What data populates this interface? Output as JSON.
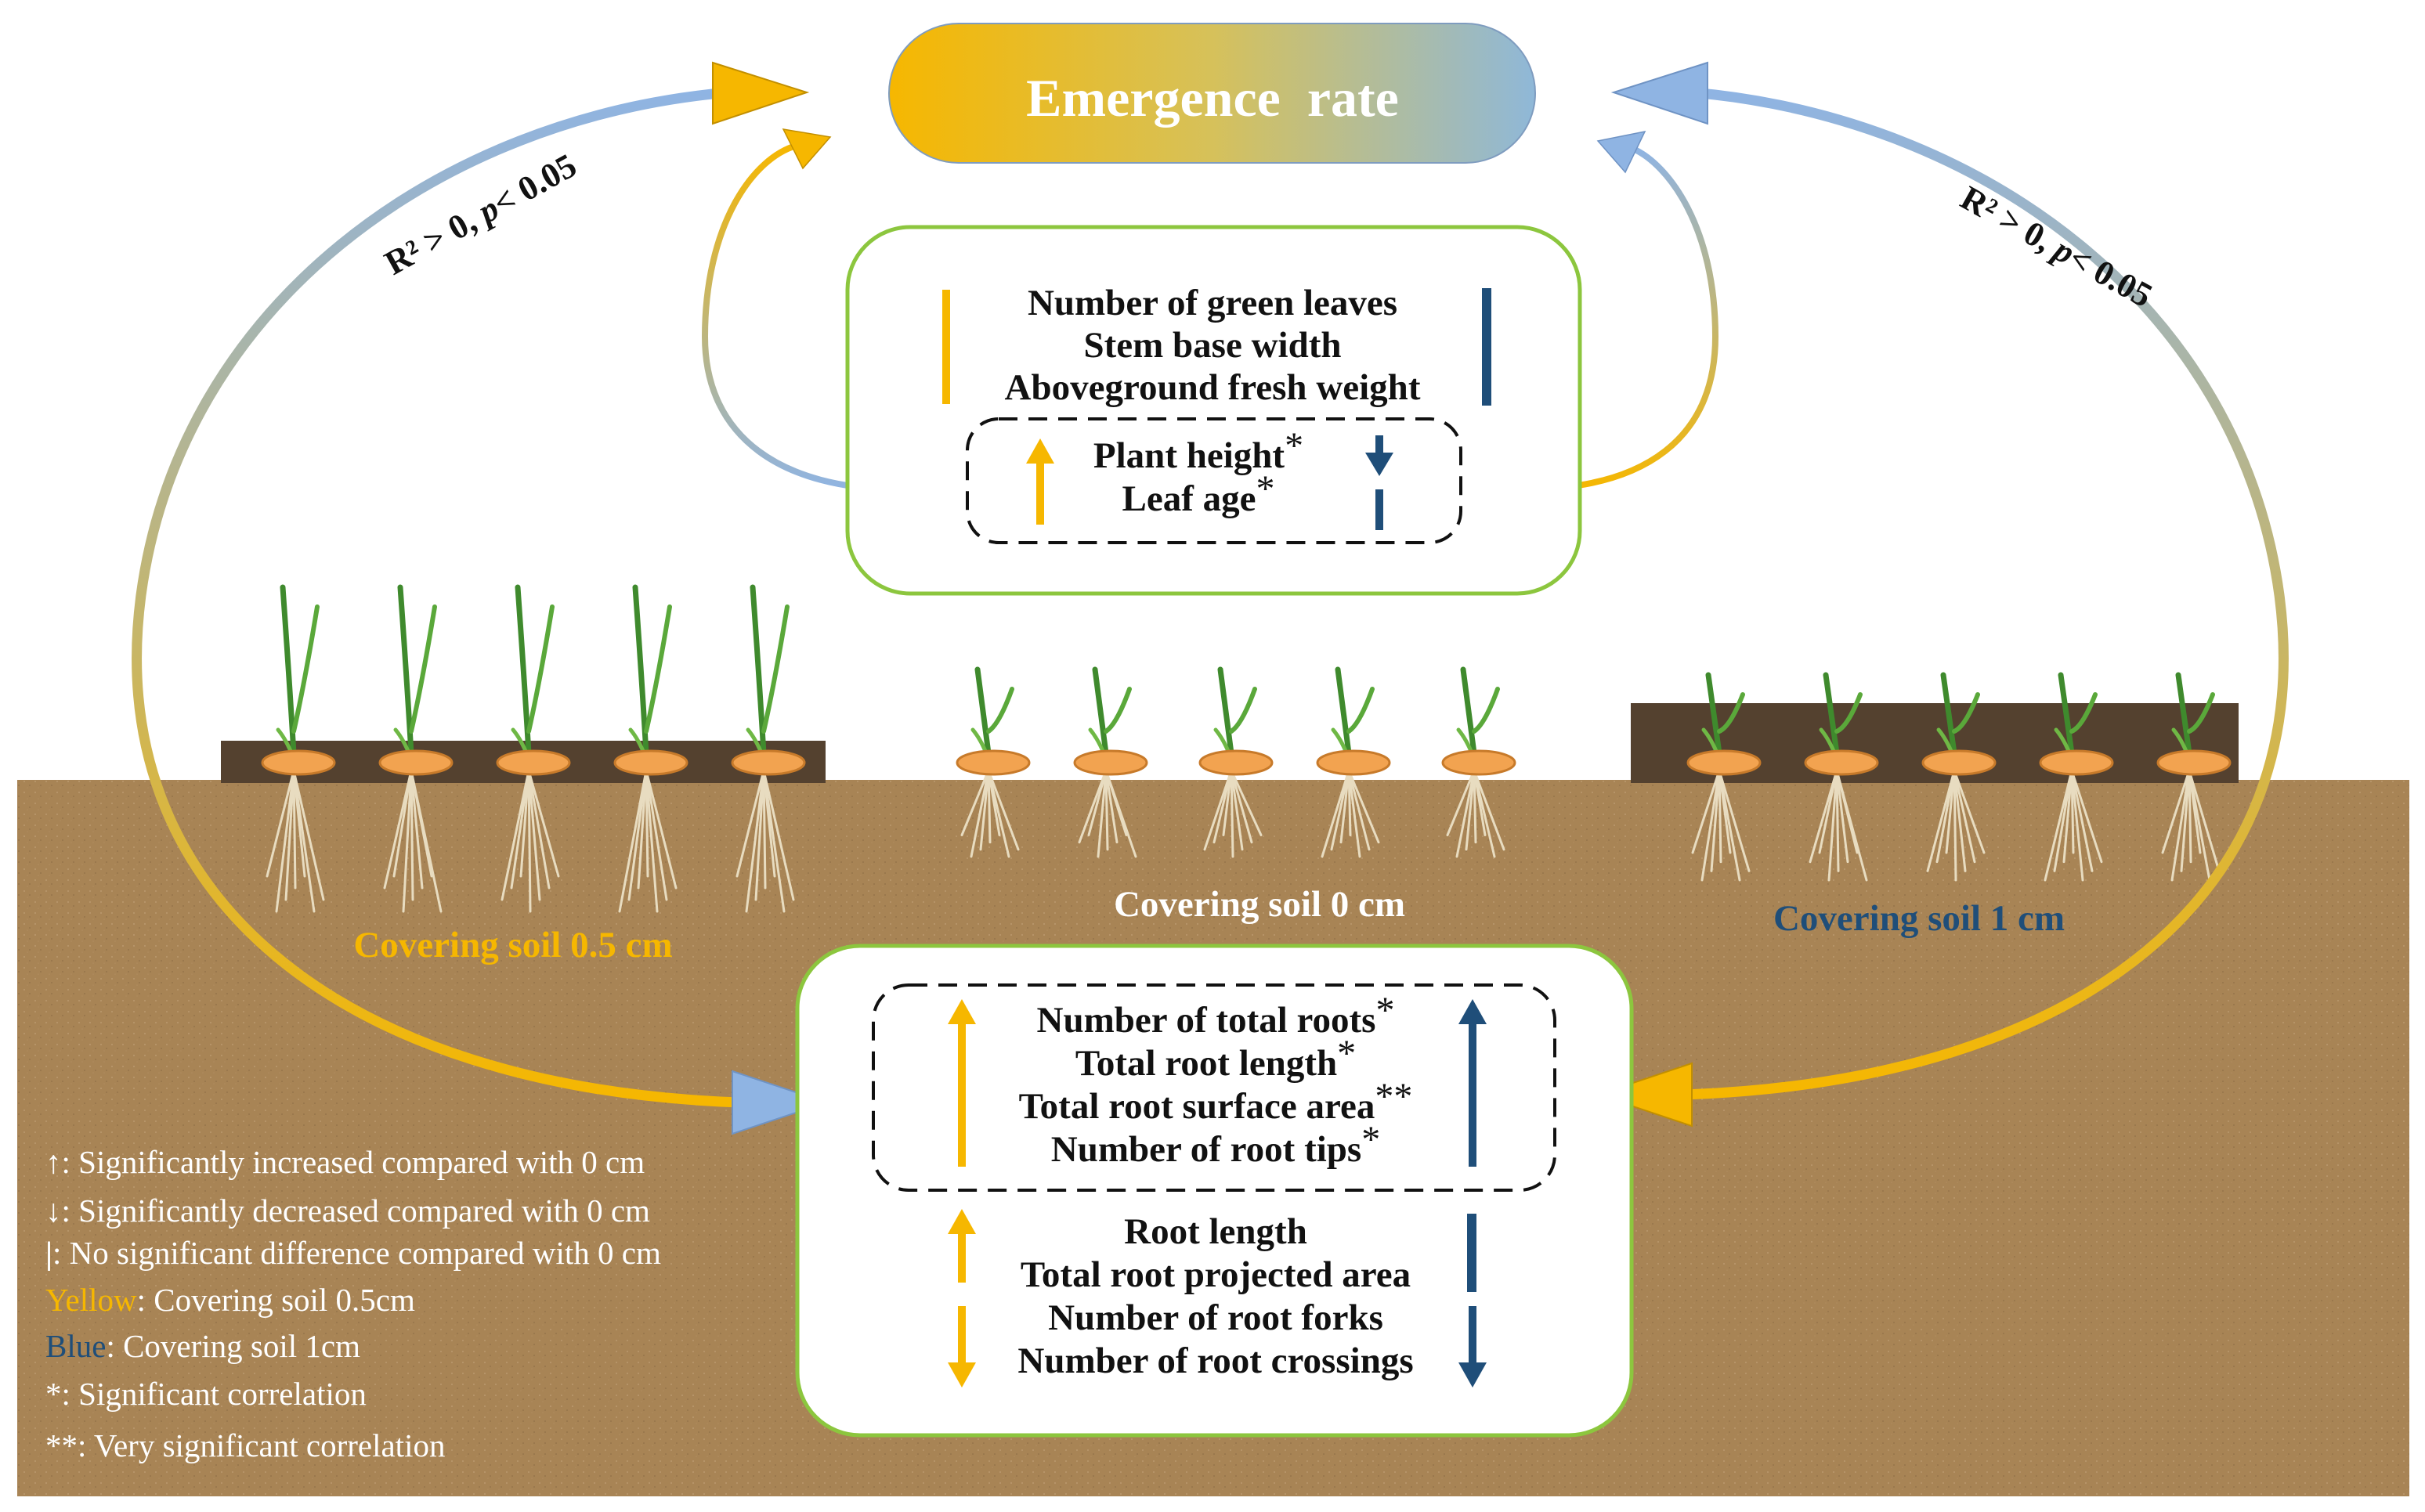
{
  "title": "Emergence  rate",
  "stat_left": {
    "prefix": "R² > 0, ",
    "p": "p",
    "suffix": "< 0.05"
  },
  "stat_right": {
    "prefix": "R² > 0, ",
    "p": "p",
    "suffix": "< 0.05"
  },
  "shoot_box": {
    "lines": [
      "Number of green leaves",
      "Stem base width",
      "Aboveground fresh weight"
    ],
    "sig_lines": [
      {
        "text": "Plant height",
        "mark": "*"
      },
      {
        "text": "Leaf age",
        "mark": "*"
      }
    ]
  },
  "root_box": {
    "sig_lines": [
      {
        "text": "Number of total roots",
        "mark": "*"
      },
      {
        "text": "Total root length",
        "mark": "*"
      },
      {
        "text": "Total root surface area",
        "mark": "**"
      },
      {
        "text": "Number of root tips",
        "mark": "*"
      }
    ],
    "lines": [
      "Root length",
      "Total root projected area",
      "Number of root forks",
      "Number of root crossings"
    ]
  },
  "treatments": {
    "left": "Covering soil 0.5 cm",
    "middle": "Covering soil 0 cm",
    "right": "Covering soil 1 cm"
  },
  "legend": [
    {
      "symbol": "↑",
      "text": ": Significantly increased compared with 0 cm"
    },
    {
      "symbol": "↓",
      "text": ": Significantly decreased compared with 0 cm"
    },
    {
      "symbol": "|",
      "text": ": No significant difference compared with 0 cm"
    },
    {
      "key": "Yellow",
      "text": ": Covering soil 0.5cm"
    },
    {
      "key": "Blue",
      "text": ": Covering soil 1cm"
    },
    {
      "key": "*",
      "text": ": Significant correlation"
    },
    {
      "key": "**",
      "text": ": Very significant correlation"
    }
  ],
  "colors": {
    "yellow": "#f6b700",
    "blue": "#1f4e79",
    "light_blue": "#8fb4e3",
    "soil": "#a88455",
    "dark_soil": "#54412f",
    "box_border": "#8cc63e",
    "seed": "#f2a350",
    "leaf": "#3f8a2d"
  }
}
